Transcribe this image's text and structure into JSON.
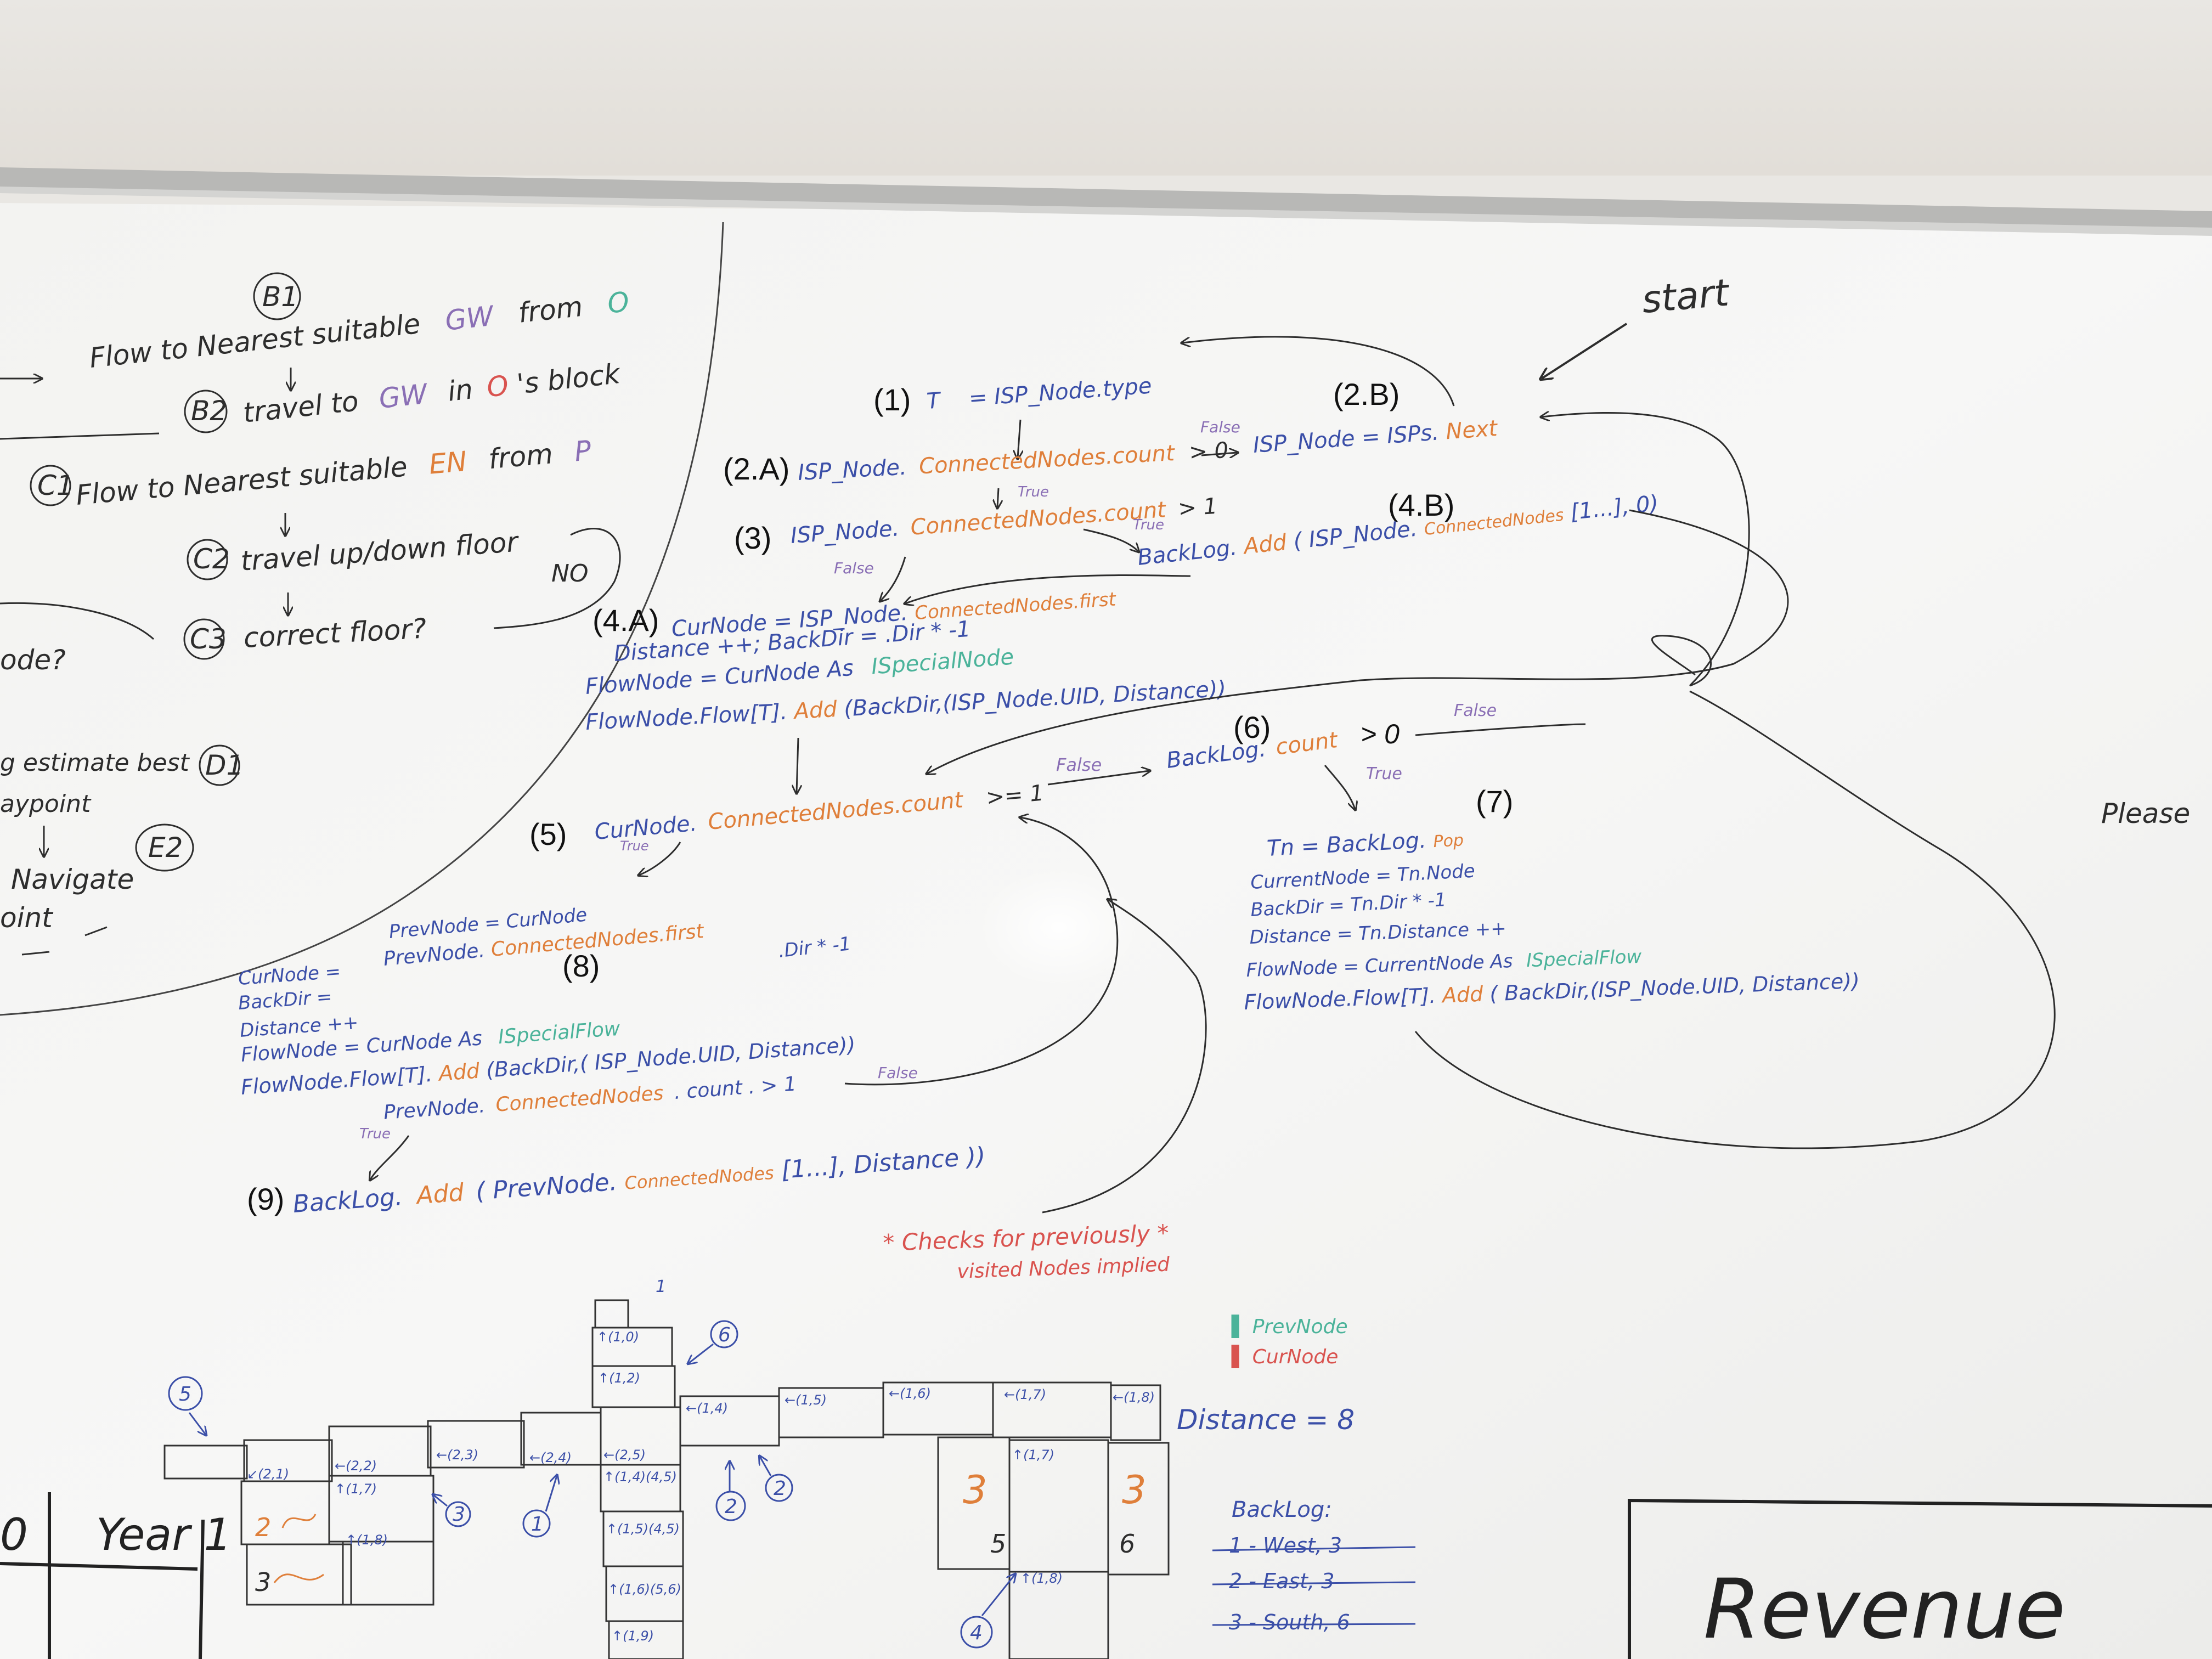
{
  "colors": {
    "wall": "#e6e3de",
    "board": "#f1f1ef",
    "frame": "#b9b9b9",
    "blue": "#3b4fa8",
    "orange": "#df7f3a",
    "teal": "#4bb39a",
    "red": "#d9534f",
    "black": "#2d2d2d"
  },
  "annotations": {
    "start": "start",
    "label_1": "(1)",
    "label_2a": "(2.A)",
    "label_2b": "(2.B)",
    "label_3": "(3)",
    "label_4a": "(4.A)",
    "label_4b": "(4.B)",
    "label_5": "(5)",
    "label_6": "(6)",
    "label_7": "(7)",
    "label_8": "(8)",
    "label_9": "(9)",
    "true": "True",
    "false": "False",
    "please": "Please"
  },
  "code": {
    "l1_a": "T",
    "l1_b": "= ISP_Node.type",
    "l2a_a": "ISP_Node.",
    "l2a_b": "ConnectedNodes.count",
    "l2a_c": "> 0",
    "l2b_a": "ISP_Node = ISPs.",
    "l2b_b": "Next",
    "l3_a": "ISP_Node.",
    "l3_b": "ConnectedNodes.count",
    "l3_c": "> 1",
    "l4b_a": "BackLog.",
    "l4b_b": "Add",
    "l4b_c": "( ISP_Node.",
    "l4b_d": "ConnectedNodes",
    "l4b_e": "[1...], 0)",
    "l4a_1a": "CurNode = ISP_Node.",
    "l4a_1b": "ConnectedNodes.first",
    "l4a_2": "Distance ++; BackDir = .Dir * -1",
    "l4a_3a": "FlowNode = CurNode As",
    "l4a_3b": "ISpecialNode",
    "l4a_4a": "FlowNode.Flow[T].",
    "l4a_4b": "Add",
    "l4a_4c": "(BackDir,(ISP_Node.UID, Distance))",
    "l5_a": "CurNode.",
    "l5_b": "ConnectedNodes.count",
    "l5_c": ">= 1",
    "l6_a": "BackLog.",
    "l6_b": "count",
    "l6_c": "> 0",
    "l7_1a": "Tn = BackLog.",
    "l7_1b": "Pop",
    "l7_2": "CurrentNode = Tn.Node",
    "l7_3": "BackDir = Tn.Dir * -1",
    "l7_4": "Distance = Tn.Distance ++",
    "l7_5a": "FlowNode = CurrentNode As",
    "l7_5b": "ISpecialFlow",
    "l7_6a": "FlowNode.Flow[T].",
    "l7_6b": "Add",
    "l7_6c": "( BackDir,(ISP_Node.UID, Distance))",
    "l8_0a": "PrevNode = CurNode",
    "l8_0b": "PrevNode.",
    "l8_0c": "ConnectedNodes.first",
    "l8_1": "CurNode =",
    "l8_1b": ".Dir * -1",
    "l8_2": "BackDir =",
    "l8_3": "Distance ++",
    "l8_4a": "FlowNode = CurNode As",
    "l8_4b": "ISpecialFlow",
    "l8_5a": "FlowNode.Flow[T].",
    "l8_5b": "Add",
    "l8_5c": "(BackDir,( ISP_Node.UID, Distance))",
    "l8_6a": "PrevNode.",
    "l8_6b": "ConnectedNodes",
    "l8_6c": ". count . > 1",
    "l9_a": "BackLog.",
    "l9_b": "Add",
    "l9_c": "( PrevNode.",
    "l9_d": "ConnectedNodes",
    "l9_e": "[1...], Distance ))"
  },
  "note": {
    "line1": "* Checks for previously *",
    "line2": "visited Nodes implied"
  },
  "left_notes": {
    "b1": "B1",
    "flow_gw_a": "Flow to Nearest suitable",
    "flow_gw_b": "GW",
    "flow_gw_c": "from",
    "flow_gw_d": "O",
    "b2": "B2",
    "travel_gw_a": "travel to",
    "travel_gw_b": "GW",
    "travel_gw_c": "in",
    "travel_gw_d": "O",
    "travel_gw_e": "'s block",
    "c1": "C1",
    "flow_en_a": "Flow to Nearest suitable",
    "flow_en_b": "EN",
    "flow_en_c": "from",
    "flow_en_d": "P",
    "c2": "C2",
    "travel_floor": "travel up/down floor",
    "no": "NO",
    "c3": "C3",
    "correct_floor": "correct floor?",
    "node": "ode?",
    "estimate_best": "g estimate best",
    "d1": "D1",
    "waypoint": "aypoint",
    "e2": "E2",
    "navigate": "Navigate",
    "point": "oint"
  },
  "legend": {
    "prev": "PrevNode",
    "cur": "CurNode"
  },
  "grid": {
    "distance": "Distance = 8",
    "cells": [
      {
        "label": "(1,0)",
        "arrow": "↑"
      },
      {
        "label": "(1,2)",
        "arrow": "↑"
      },
      {
        "label": "(1,4)",
        "arrow": "←"
      },
      {
        "label": "(1,5)",
        "arrow": "←"
      },
      {
        "label": "(1,6)",
        "arrow": "←"
      },
      {
        "label": "(1,7)",
        "arrow": "←"
      },
      {
        "label": "(1,8)",
        "arrow": "←"
      },
      {
        "label": "(2,3)",
        "arrow": "←"
      },
      {
        "label": "(2,5)",
        "arrow": "←"
      },
      {
        "label": "(2,4)",
        "arrow": "←"
      },
      {
        "label": "(2,2)",
        "arrow": "←"
      },
      {
        "label": "(2,1)",
        "arrow": "↙"
      },
      {
        "label": "(1,7)",
        "arrow": "↑"
      },
      {
        "label": "(1,8)",
        "arrow": "↑"
      },
      {
        "label": "(1,4)(4,5)",
        "arrow": "↑"
      },
      {
        "label": "(1,5)(4,5)",
        "arrow": "↑"
      },
      {
        "label": "(1,6)(5,6)",
        "arrow": "↑"
      },
      {
        "label": "(1,7)",
        "arrow": "↑"
      },
      {
        "label": "(1,8)",
        "arrow": "↑"
      },
      {
        "label": "(1,9)",
        "arrow": "↑"
      }
    ],
    "room_3": "3",
    "room_5": "5",
    "room_6": "6",
    "room_2": "2",
    "room_3b": "3",
    "circle_1": "1",
    "circle_2": "2",
    "circle_3": "3",
    "circle_4": "4",
    "circle_5": "5",
    "circle_6": "6",
    "circle_2b": "2",
    "mark_1": "1"
  },
  "backlog": {
    "title": "BackLog:",
    "items": [
      "1 - West, 3",
      "2 - East, 3",
      "3 - South, 6"
    ]
  },
  "table": {
    "year_label": "Year 1",
    "zero": "0"
  },
  "revenue": {
    "title": "Revenue"
  }
}
